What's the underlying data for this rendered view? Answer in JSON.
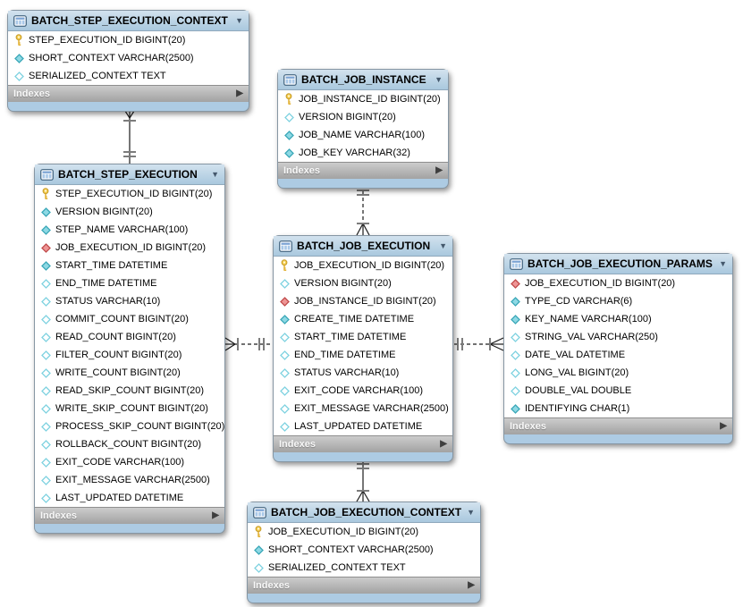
{
  "diagram": {
    "kind": "EER database diagram (crow's-foot notation)",
    "tables": [
      {
        "id": "batch_step_execution_context",
        "title": "BATCH_STEP_EXECUTION_CONTEXT",
        "footer_label": "Indexes",
        "columns": [
          {
            "icon": "key-icon",
            "label": "STEP_EXECUTION_ID BIGINT(20)"
          },
          {
            "icon": "diamond-filled-icon",
            "label": "SHORT_CONTEXT VARCHAR(2500)"
          },
          {
            "icon": "diamond-open-icon",
            "label": "SERIALIZED_CONTEXT TEXT"
          }
        ]
      },
      {
        "id": "batch_job_instance",
        "title": "BATCH_JOB_INSTANCE",
        "footer_label": "Indexes",
        "columns": [
          {
            "icon": "key-icon",
            "label": "JOB_INSTANCE_ID BIGINT(20)"
          },
          {
            "icon": "diamond-open-icon",
            "label": "VERSION BIGINT(20)"
          },
          {
            "icon": "diamond-filled-icon",
            "label": "JOB_NAME VARCHAR(100)"
          },
          {
            "icon": "diamond-filled-icon",
            "label": "JOB_KEY VARCHAR(32)"
          }
        ]
      },
      {
        "id": "batch_step_execution",
        "title": "BATCH_STEP_EXECUTION",
        "footer_label": "Indexes",
        "columns": [
          {
            "icon": "key-icon",
            "label": "STEP_EXECUTION_ID BIGINT(20)"
          },
          {
            "icon": "diamond-filled-icon",
            "label": "VERSION BIGINT(20)"
          },
          {
            "icon": "diamond-filled-icon",
            "label": "STEP_NAME VARCHAR(100)"
          },
          {
            "icon": "diamond-fk-icon",
            "label": "JOB_EXECUTION_ID BIGINT(20)"
          },
          {
            "icon": "diamond-filled-icon",
            "label": "START_TIME DATETIME"
          },
          {
            "icon": "diamond-open-icon",
            "label": "END_TIME DATETIME"
          },
          {
            "icon": "diamond-open-icon",
            "label": "STATUS VARCHAR(10)"
          },
          {
            "icon": "diamond-open-icon",
            "label": "COMMIT_COUNT BIGINT(20)"
          },
          {
            "icon": "diamond-open-icon",
            "label": "READ_COUNT BIGINT(20)"
          },
          {
            "icon": "diamond-open-icon",
            "label": "FILTER_COUNT BIGINT(20)"
          },
          {
            "icon": "diamond-open-icon",
            "label": "WRITE_COUNT BIGINT(20)"
          },
          {
            "icon": "diamond-open-icon",
            "label": "READ_SKIP_COUNT BIGINT(20)"
          },
          {
            "icon": "diamond-open-icon",
            "label": "WRITE_SKIP_COUNT BIGINT(20)"
          },
          {
            "icon": "diamond-open-icon",
            "label": "PROCESS_SKIP_COUNT BIGINT(20)"
          },
          {
            "icon": "diamond-open-icon",
            "label": "ROLLBACK_COUNT BIGINT(20)"
          },
          {
            "icon": "diamond-open-icon",
            "label": "EXIT_CODE VARCHAR(100)"
          },
          {
            "icon": "diamond-open-icon",
            "label": "EXIT_MESSAGE VARCHAR(2500)"
          },
          {
            "icon": "diamond-open-icon",
            "label": "LAST_UPDATED DATETIME"
          }
        ]
      },
      {
        "id": "batch_job_execution",
        "title": "BATCH_JOB_EXECUTION",
        "footer_label": "Indexes",
        "columns": [
          {
            "icon": "key-icon",
            "label": "JOB_EXECUTION_ID BIGINT(20)"
          },
          {
            "icon": "diamond-open-icon",
            "label": "VERSION BIGINT(20)"
          },
          {
            "icon": "diamond-fk-icon",
            "label": "JOB_INSTANCE_ID BIGINT(20)"
          },
          {
            "icon": "diamond-filled-icon",
            "label": "CREATE_TIME DATETIME"
          },
          {
            "icon": "diamond-open-icon",
            "label": "START_TIME DATETIME"
          },
          {
            "icon": "diamond-open-icon",
            "label": "END_TIME DATETIME"
          },
          {
            "icon": "diamond-open-icon",
            "label": "STATUS VARCHAR(10)"
          },
          {
            "icon": "diamond-open-icon",
            "label": "EXIT_CODE VARCHAR(100)"
          },
          {
            "icon": "diamond-open-icon",
            "label": "EXIT_MESSAGE VARCHAR(2500)"
          },
          {
            "icon": "diamond-open-icon",
            "label": "LAST_UPDATED DATETIME"
          }
        ]
      },
      {
        "id": "batch_job_execution_params",
        "title": "BATCH_JOB_EXECUTION_PARAMS",
        "footer_label": "Indexes",
        "columns": [
          {
            "icon": "diamond-fk-icon",
            "label": "JOB_EXECUTION_ID BIGINT(20)"
          },
          {
            "icon": "diamond-filled-icon",
            "label": "TYPE_CD VARCHAR(6)"
          },
          {
            "icon": "diamond-filled-icon",
            "label": "KEY_NAME VARCHAR(100)"
          },
          {
            "icon": "diamond-open-icon",
            "label": "STRING_VAL VARCHAR(250)"
          },
          {
            "icon": "diamond-open-icon",
            "label": "DATE_VAL DATETIME"
          },
          {
            "icon": "diamond-open-icon",
            "label": "LONG_VAL BIGINT(20)"
          },
          {
            "icon": "diamond-open-icon",
            "label": "DOUBLE_VAL DOUBLE"
          },
          {
            "icon": "diamond-filled-icon",
            "label": "IDENTIFYING CHAR(1)"
          }
        ]
      },
      {
        "id": "batch_job_execution_context",
        "title": "BATCH_JOB_EXECUTION_CONTEXT",
        "footer_label": "Indexes",
        "columns": [
          {
            "icon": "key-icon",
            "label": "JOB_EXECUTION_ID BIGINT(20)"
          },
          {
            "icon": "diamond-filled-icon",
            "label": "SHORT_CONTEXT VARCHAR(2500)"
          },
          {
            "icon": "diamond-open-icon",
            "label": "SERIALIZED_CONTEXT TEXT"
          }
        ]
      }
    ],
    "relationships": [
      {
        "id": "step_execution__step_execution_context",
        "one_side": "BATCH_STEP_EXECUTION",
        "many_side": "BATCH_STEP_EXECUTION_CONTEXT",
        "line": "solid",
        "one_marker": "double-hash (exactly one)",
        "many_marker": "crow-foot with bar"
      },
      {
        "id": "job_instance__job_execution",
        "one_side": "BATCH_JOB_INSTANCE",
        "many_side": "BATCH_JOB_EXECUTION",
        "line": "dashed",
        "one_marker": "double-hash (exactly one)",
        "many_marker": "crow-foot with bar"
      },
      {
        "id": "job_execution__step_execution",
        "one_side": "BATCH_JOB_EXECUTION",
        "many_side": "BATCH_STEP_EXECUTION",
        "line": "dashed",
        "one_marker": "double-hash (exactly one)",
        "many_marker": "crow-foot with bar"
      },
      {
        "id": "job_execution__job_execution_params",
        "one_side": "BATCH_JOB_EXECUTION",
        "many_side": "BATCH_JOB_EXECUTION_PARAMS",
        "line": "dashed",
        "one_marker": "double-hash (exactly one)",
        "many_marker": "crow-foot with bar"
      },
      {
        "id": "job_execution__job_execution_context",
        "one_side": "BATCH_JOB_EXECUTION",
        "many_side": "BATCH_JOB_EXECUTION_CONTEXT",
        "line": "solid",
        "one_marker": "double-hash (exactly one)",
        "many_marker": "crow-foot with bar"
      }
    ],
    "glyphs": {
      "collapse_caret": "▼",
      "expand_arrow": "▶"
    },
    "colors": {
      "header_blue_top": "#d2e2ee",
      "header_blue_bottom": "#a9c8de",
      "footer_strip_blue": "#adcbe3",
      "indexes_bar_gray": "#b5b5b5",
      "body_white": "#ffffff",
      "key_icon_gold": "#f5ce4e",
      "not_null_diamond_cyan": "#8ed9e4",
      "foreign_key_diamond_red": "#ee9595",
      "nullable_diamond_outline": "#7fd2e0",
      "relationship_line": "#1c1c1c",
      "cardinality_mark_gray": "#7c7c7c"
    }
  }
}
